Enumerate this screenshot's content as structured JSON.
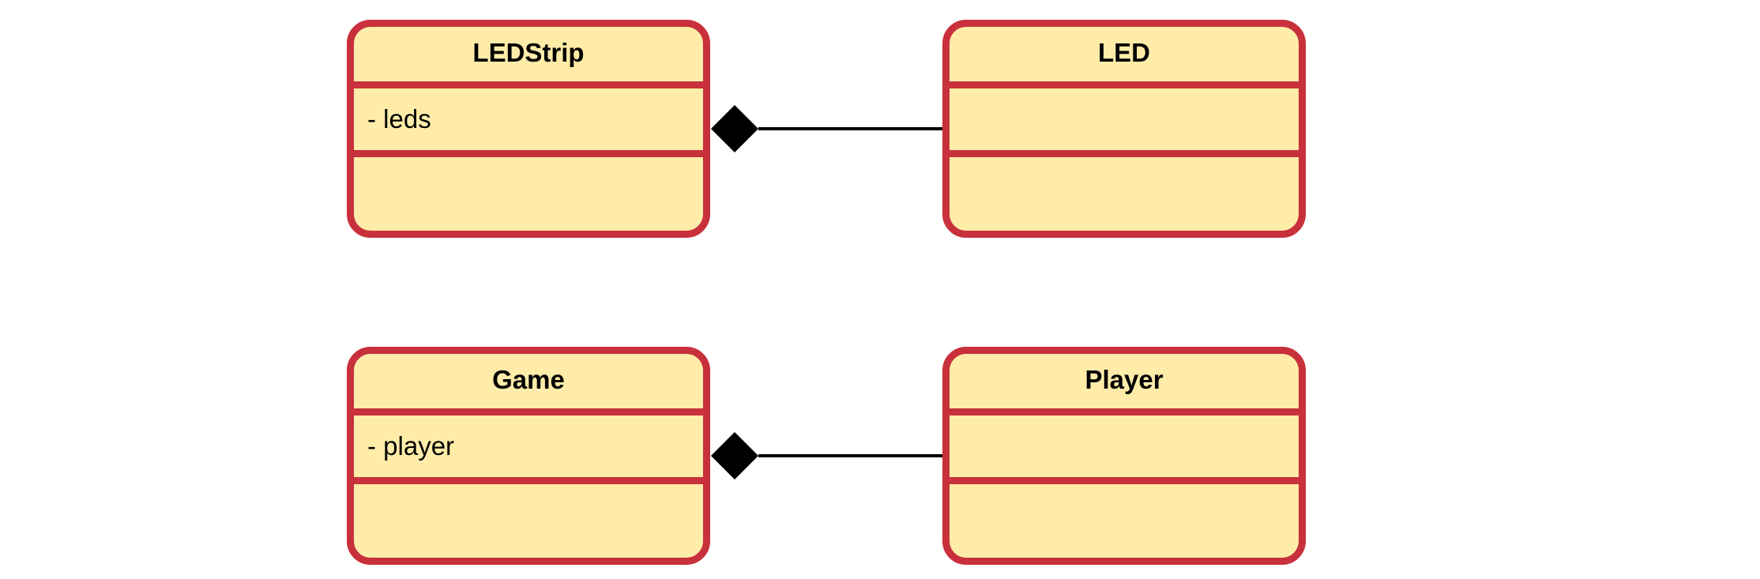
{
  "diagram": {
    "classes": [
      {
        "name": "LEDStrip",
        "attributes": [
          "- leds"
        ],
        "methods": []
      },
      {
        "name": "LED",
        "attributes": [],
        "methods": []
      },
      {
        "name": "Game",
        "attributes": [
          "- player"
        ],
        "methods": []
      },
      {
        "name": "Player",
        "attributes": [],
        "methods": []
      }
    ],
    "relations": [
      {
        "type": "composition",
        "whole": "LEDStrip",
        "part": "LED"
      },
      {
        "type": "composition",
        "whole": "Game",
        "part": "Player"
      }
    ]
  },
  "colors": {
    "class_fill": "#ffeca9",
    "class_border": "#c8303c",
    "text": "#000000",
    "connector": "#000000"
  }
}
